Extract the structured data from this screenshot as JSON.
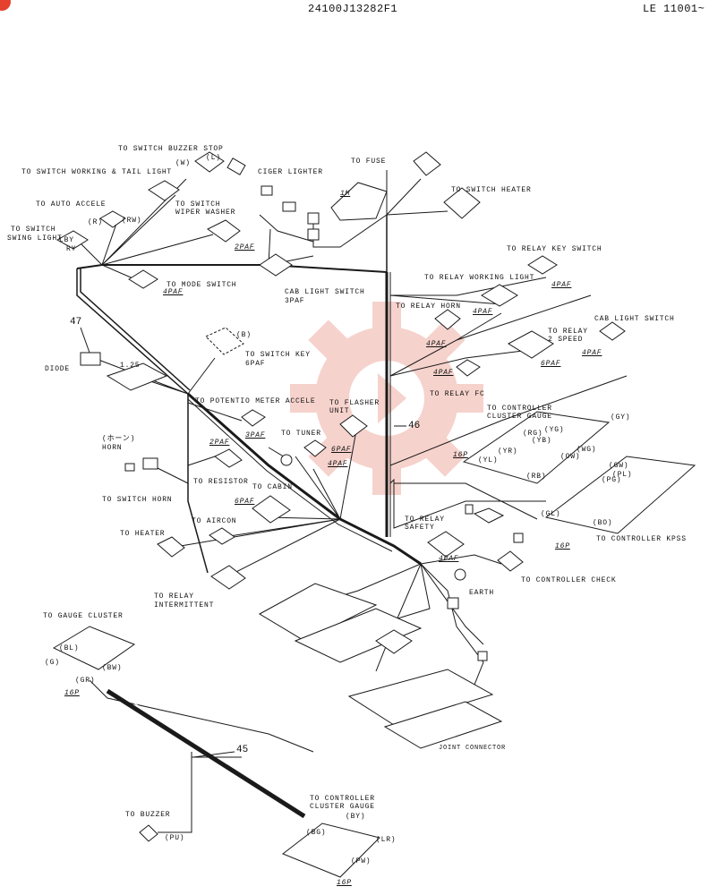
{
  "header": {
    "code": "24100J13282F1",
    "range": "LE 11001~"
  },
  "numbers": {
    "n47": "47",
    "n46": "46",
    "n45": "45"
  },
  "labels": {
    "switch_buzzer_stop": "TO SWITCH BUZZER STOP",
    "switch_working_tail": "TO SWITCH WORKING & TAIL LIGHT",
    "ciger_lighter": "CIGER LIGHTER",
    "to_fuse": "TO FUSE",
    "switch_heater": "TO SWITCH HEATER",
    "auto_accele": "TO AUTO ACCELE",
    "switch_wiper_l1": "TO SWITCH",
    "switch_wiper_l2": "WIPER WASHER",
    "switch_swing_l1": "TO SWITCH",
    "switch_swing_l2": "SWING LIGHT",
    "relay_key_switch": "TO RELAY KEY SWITCH",
    "mode_switch": "TO MODE SWITCH",
    "relay_working_light": "TO RELAY WORKING LIGHT",
    "cab_light_switch": "CAB LIGHT SWITCH",
    "cab_light_3paf": "3PAF",
    "relay_horn": "TO RELAY HORN",
    "cab_light_switch2": "CAB LIGHT SWITCH",
    "relay_2speed_l1": "TO RELAY",
    "relay_2speed_l2": "2 SPEED",
    "switch_key": "TO SWITCH KEY",
    "switch_key_6paf": "6PAF",
    "diode": "DIODE",
    "relay_fc": "TO RELAY FC",
    "potentio_meter": "TO POTENTIO METER ACCELE",
    "flasher_l1": "TO FLASHER",
    "flasher_l2": "UNIT",
    "controller_gauge_l1": "TO CONTROLLER",
    "controller_gauge_l2": "CLUSTER GAUGE",
    "horn_jp": "(ホーン)",
    "horn": "HORN",
    "tuner": "TO TUNER",
    "resistor": "TO RESISTOR",
    "switch_horn": "TO SWITCH HORN",
    "to_cabin": "TO CABIN",
    "aircon": "TO AIRCON",
    "relay_safety_l1": "TO RELAY",
    "relay_safety_l2": "SAFETY",
    "controller_kpss": "TO CONTROLLER KPSS",
    "heater": "TO HEATER",
    "controller_check": "TO CONTROLLER CHECK",
    "earth": "EARTH",
    "relay_intermittent_l1": "TO RELAY",
    "relay_intermittent_l2": "INTERMITTENT",
    "gauge_cluster": "TO GAUGE CLUSTER",
    "joint_connector": "JOINT CONNECTOR",
    "buzzer": "TO BUZZER",
    "controller_gauge_bottom_l1": "TO CONTROLLER",
    "controller_gauge_bottom_l2": "CLUSTER GAUGE",
    "p16_top": "16P",
    "p16_bottom": "16P"
  },
  "connector_codes": {
    "c2paf_wiper": "2PAF",
    "c4paf_mode": "4PAF",
    "c4paf_keysw": "4PAF",
    "c4paf_horn": "4PAF",
    "c4paf_working": "4PAF",
    "c4paf_2speed": "4PAF",
    "c6paf_2speed": "6PAF",
    "c4paf_fc": "4PAF",
    "c3paf_potentio": "3PAF",
    "c6paf_flasher": "6PAF",
    "c4paf_flasher": "4PAF",
    "c2paf_horn": "2PAF",
    "c6paf_cabin": "6PAF",
    "c16p_gauge": "16P",
    "c16p_kpss": "16P",
    "c4paf_safety": "4PAF",
    "c1m_fuse": "1M"
  },
  "wire_labels": {
    "w_W": "(W)",
    "w_L": "(L)",
    "w_R": "(R)",
    "w_RW": "(RW)",
    "w_B": "(B)",
    "w_LBY": "LBY",
    "w_RY": "RY",
    "w_BL": "(BL)",
    "w_G": "(G)",
    "w_GR": "(GR)",
    "w_BW": "(BW)",
    "w_PU": "(PU)",
    "w_BY": "(BY)",
    "w_BG": "(BG)",
    "w_LR": "(LR)",
    "w_PW": "(PW)",
    "w_BO": "(BO)",
    "w_GL": "(GL)",
    "w_YG": "(YG)",
    "w_GY": "(GY)",
    "w_RG": "(RG)",
    "w_WG": "(WG)",
    "w_GW": "(GW)",
    "w_OW": "(OW)",
    "w_RB": "(RB)",
    "w_YR": "(YR)",
    "w_YL": "(YL)",
    "w_YB": "(YB)",
    "w_PG": "(PG)",
    "w_PL": "(PL)",
    "size_125": "1.25"
  },
  "colors": {
    "line": "#1a1a1a",
    "watermark": "#f2b8b0",
    "corner_badge": "#e6402e"
  }
}
